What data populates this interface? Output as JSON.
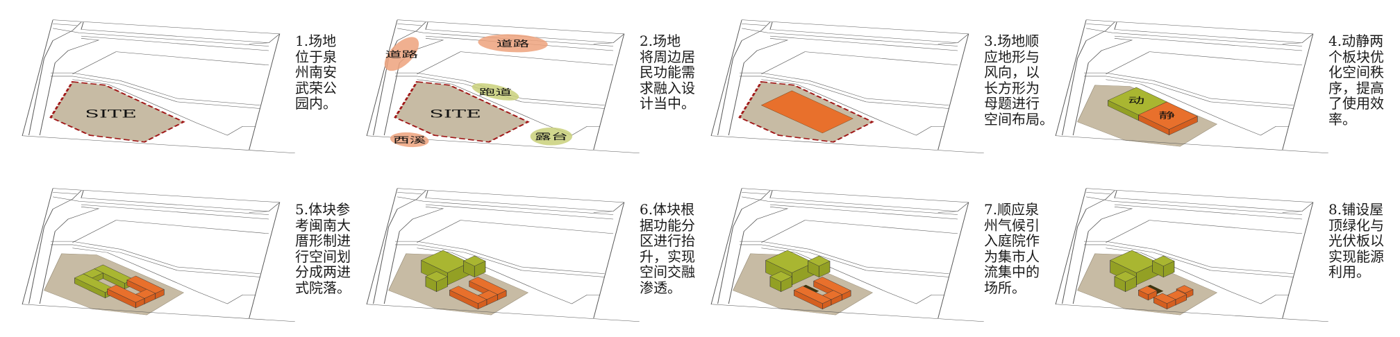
{
  "colors": {
    "site": "#c7bba4",
    "boundary": "#a01818",
    "active": "#a9b631",
    "quiet": "#e8702c",
    "courtyard": "#3d3510",
    "road_tag": "#eda27c",
    "green_tag": "#c9d07a"
  },
  "site_label": "SITE",
  "panels": [
    {
      "caption": [
        "1.场地",
        "位于泉",
        "州南安",
        "武荣公",
        "园内。"
      ]
    },
    {
      "caption": [
        "2.场地",
        "将周边居",
        "民功能需",
        "求融入设",
        "计当中。"
      ],
      "tags": {
        "road_left": "道路",
        "road_top": "道路",
        "track": "跑道",
        "creek": "西溪",
        "terrace": "露台"
      }
    },
    {
      "caption": [
        "3.场地顺",
        "应地形与",
        "风向，以",
        "长方形为",
        "母题进行",
        "空间布局。"
      ]
    },
    {
      "caption": [
        "4.动静两",
        "个板块优",
        "化空间秩",
        "序，提高",
        "了使用效",
        "率。"
      ],
      "blocks": {
        "active": "动",
        "quiet": "静"
      }
    },
    {
      "caption": [
        "5.体块参",
        "考闽南大",
        "厝形制进",
        "行空间划",
        "分成两进",
        "式院落。"
      ]
    },
    {
      "caption": [
        "6.体块根",
        "据功能分",
        "区进行抬",
        "升，实现",
        "空间交融",
        "渗透。"
      ]
    },
    {
      "caption": [
        "7.顺应泉",
        "州气候引",
        "入庭院作",
        "为集市人",
        "流集中的",
        "场所。"
      ]
    },
    {
      "caption": [
        "8.铺设屋",
        "顶绿化与",
        "光伏板以",
        "实现能源",
        "利用。"
      ]
    }
  ]
}
